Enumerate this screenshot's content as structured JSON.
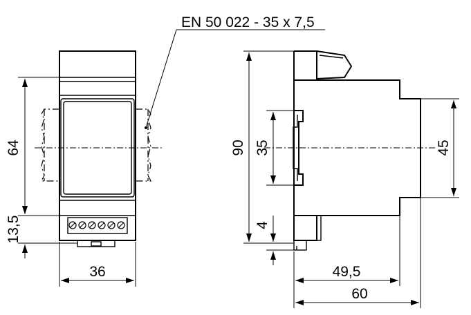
{
  "standard_label": "EN 50 022 - 35 x 7,5",
  "front_view": {
    "dims": {
      "height_64": "64",
      "height_13_5": "13,5",
      "width_36": "36"
    },
    "terminal_count": 6
  },
  "side_view": {
    "dims": {
      "height_90": "90",
      "rail_35": "35",
      "offset_4": "4",
      "height_45": "45",
      "depth_49_5": "49,5",
      "depth_60": "60"
    }
  }
}
